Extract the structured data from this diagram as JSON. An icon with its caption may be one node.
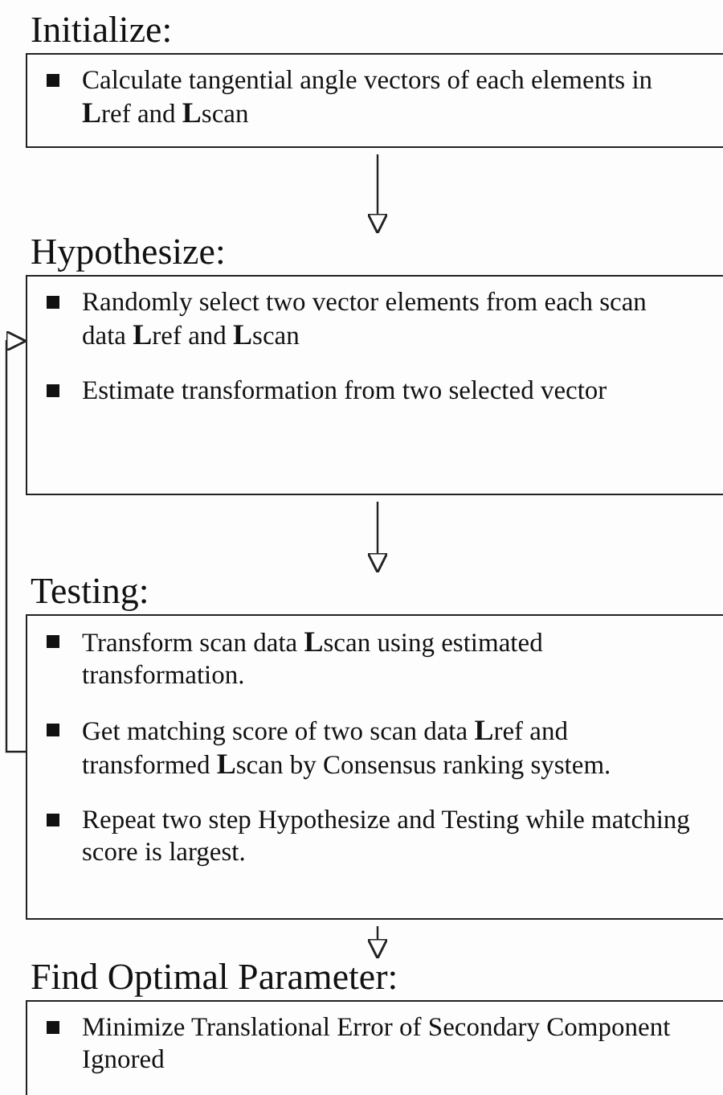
{
  "diagram": {
    "nodes": [
      {
        "text": [
          "Initialize:",
          "Calculate tangential angle vectors of each elements in **L**ref and **L**scan"
        ]
      },
      {
        "text": [
          "Hypothesize:",
          "Randomly select two vector elements from each scan data **L**ref and **L**scan",
          "Estimate transformation from two selected vector"
        ]
      },
      {
        "text": [
          "Testing:",
          "Transform scan data **L**scan using estimated transformation.",
          "Get matching score of two scan data **L**ref and transformed **L**scan by Consensus ranking system.",
          "Repeat two step Hypothesize and Testing while matching score is largest."
        ]
      },
      {
        "text": [
          "Find Optimal Parameter:",
          "Minimize Translational Error of Secondary Component Ignored"
        ]
      }
    ],
    "edges": [
      {
        "from": 0,
        "to": 1,
        "arrow": "to"
      },
      {
        "from": 1,
        "to": 2,
        "arrow": "to"
      },
      {
        "from": 2,
        "to": 3,
        "arrow": "to"
      },
      {
        "from": 2,
        "to": 1,
        "arrow": "to"
      }
    ]
  }
}
